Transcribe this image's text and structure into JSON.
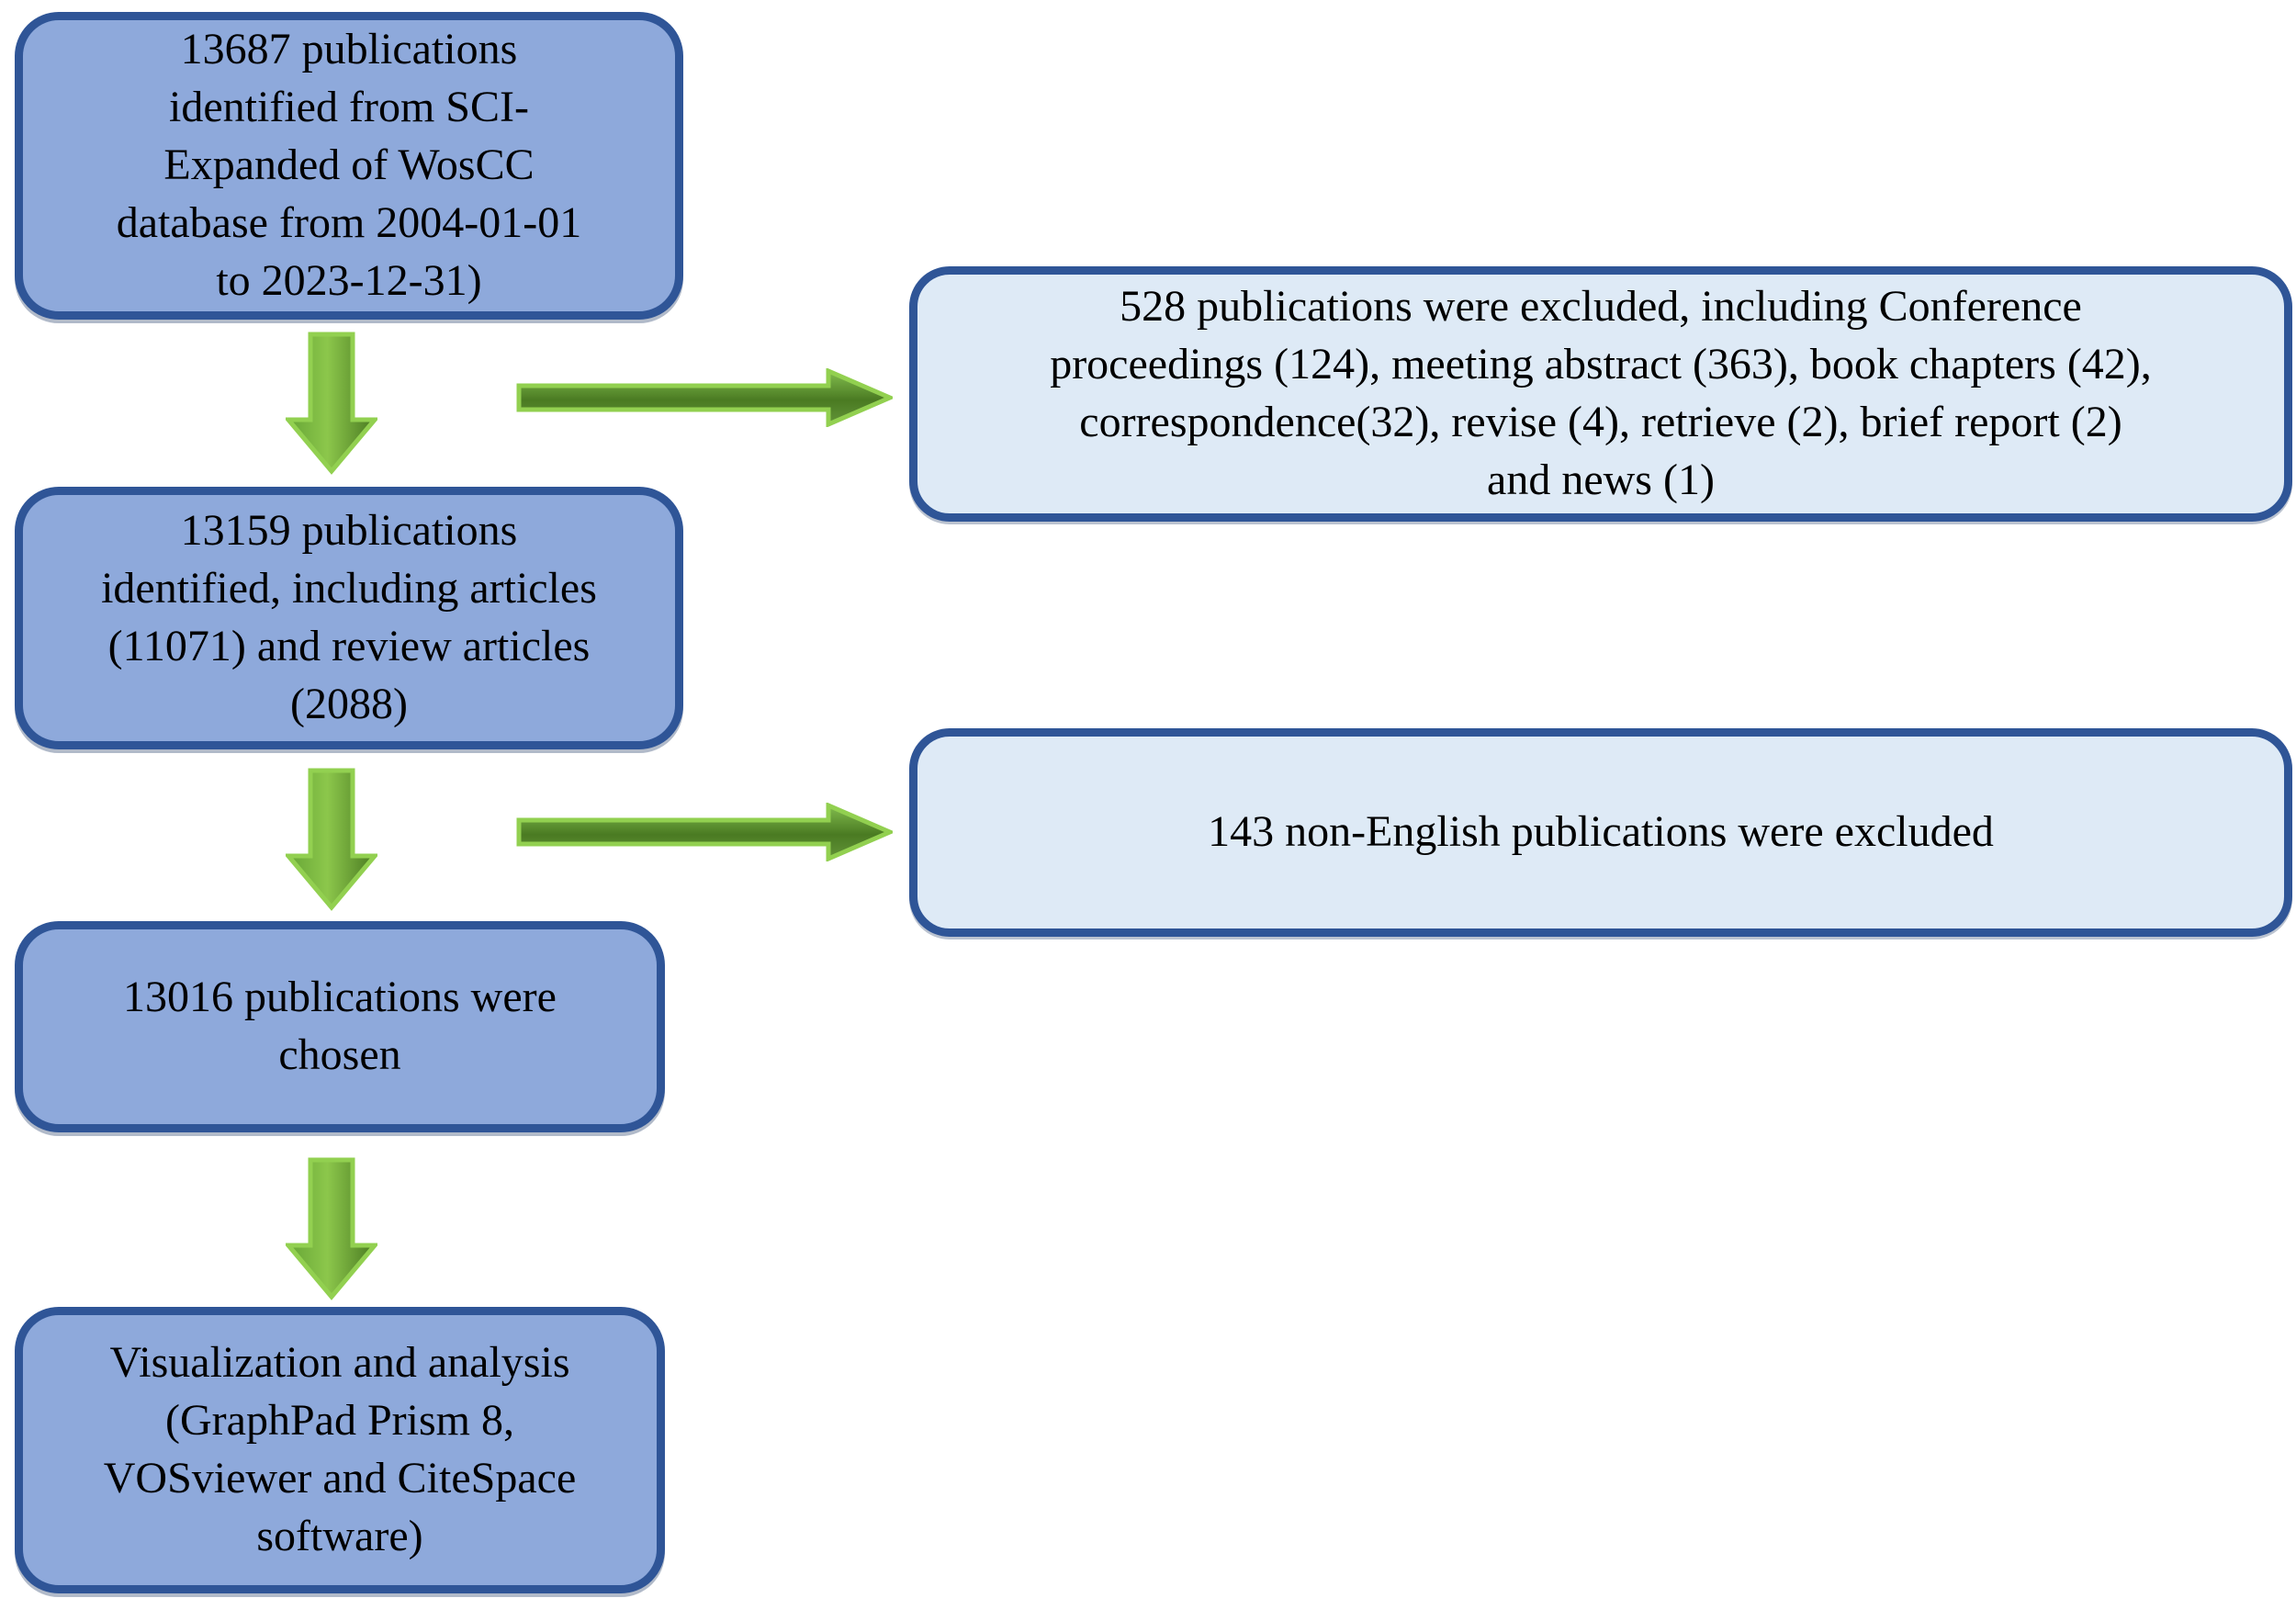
{
  "boxes": {
    "identified": {
      "text": "13687 publications\nidentified from SCI-\nExpanded of WosCC\ndatabase from 2004-01-01\nto 2023-12-31)"
    },
    "excluded_doc_types": {
      "text": "528 publications were excluded, including Conference\nproceedings (124), meeting abstract (363), book chapters (42),\ncorrespondence(32), revise (4), retrieve (2), brief report (2)\nand news (1)"
    },
    "included": {
      "text": "13159 publications\nidentified, including articles\n(11071) and review articles\n(2088)"
    },
    "excluded_non_english": {
      "text": "143 non-English publications were excluded"
    },
    "chosen": {
      "text": "13016 publications were\nchosen"
    },
    "analysis": {
      "text": "Visualization and analysis\n(GraphPad Prism 8,\nVOSviewer and CiteSpace\nsoftware)"
    }
  },
  "icons": {
    "down_arrow": "down-arrow-icon",
    "right_arrow": "right-arrow-icon"
  },
  "colors": {
    "primary_fill": "#8EA9DB",
    "primary_border": "#2F5597",
    "secondary_fill": "#DEEAF6",
    "secondary_border": "#2F5597",
    "arrow_outline": "#92D050",
    "arrow_green_light": "#8CC74B",
    "arrow_green_dark": "#4A7A22",
    "text_color": "#000000",
    "bg_color": "#FFFFFF"
  }
}
